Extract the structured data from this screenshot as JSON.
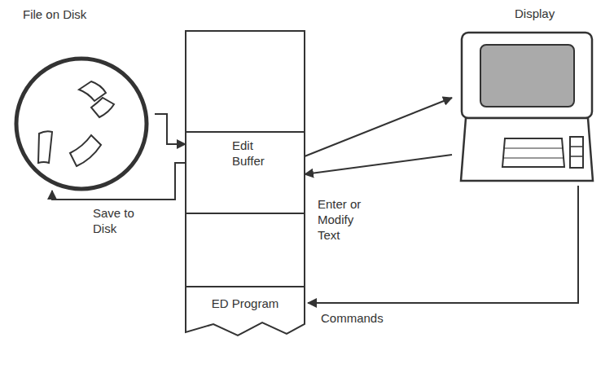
{
  "diagram": {
    "nodes": [
      {
        "text": [
          "File on Disk"
        ]
      },
      {
        "text": [
          "Edit Buffer"
        ]
      },
      {
        "text": [
          "ED Program"
        ]
      },
      {
        "text": [
          "Display"
        ]
      }
    ],
    "edges": [
      {
        "from": 0,
        "to": 1,
        "arrow": "to"
      },
      {
        "from": 1,
        "to": 0,
        "arrow": "to",
        "label": "Save to Disk"
      },
      {
        "from": 1,
        "to": 3,
        "arrow": "to"
      },
      {
        "from": 3,
        "to": 1,
        "arrow": "to",
        "label": "Enter or Modify Text"
      },
      {
        "from": 3,
        "to": 2,
        "arrow": "to",
        "label": "Commands"
      }
    ]
  }
}
